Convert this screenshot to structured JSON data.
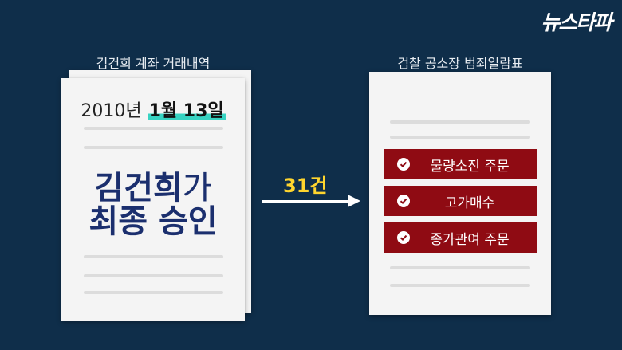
{
  "logo": "뉴스타파",
  "left_doc": {
    "caption": "김건희 계좌 거래내역",
    "date_plain": "2010년",
    "date_highlight": "1월 13일",
    "headline_name": "김건희",
    "headline_particle": "가",
    "headline_line2": "최종 승인"
  },
  "arrow": {
    "count": "31건"
  },
  "right_doc": {
    "caption": "검찰 공소장 범죄일람표",
    "items": [
      {
        "label": "물량소진 주문"
      },
      {
        "label": "고가매수"
      },
      {
        "label": "종가관여 주문"
      }
    ]
  },
  "colors": {
    "background": "#0f2e4a",
    "highlight": "#37d3c2",
    "headline": "#1b2f6e",
    "count": "#ffd52e",
    "crime_box": "#8f0b13"
  }
}
